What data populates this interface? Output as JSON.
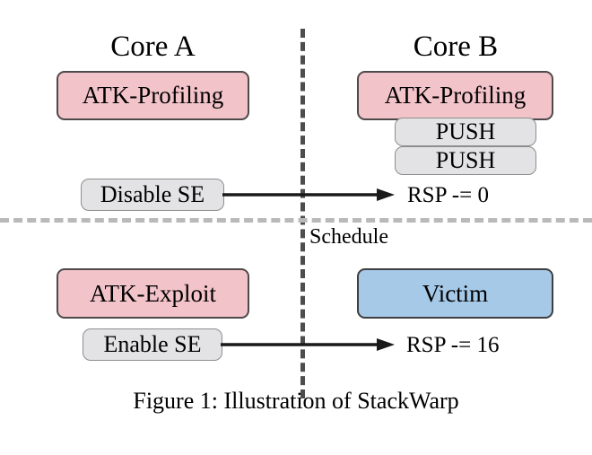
{
  "figure": {
    "caption": "Figure 1: Illustration of StackWarp",
    "schedule_label": "Schedule"
  },
  "columns": [
    {
      "id": "core-a",
      "title": "Core A"
    },
    {
      "id": "core-b",
      "title": "Core B"
    }
  ],
  "phases": {
    "profiling": {
      "core_a": {
        "process_box": "ATK-Profiling",
        "control_box": "Disable SE"
      },
      "core_b": {
        "process_box": "ATK-Profiling",
        "stack_ops": [
          "PUSH",
          "PUSH"
        ],
        "result_text": "RSP -= 0"
      }
    },
    "exploit": {
      "core_a": {
        "process_box": "ATK-Exploit",
        "control_box": "Enable SE"
      },
      "core_b": {
        "process_box": "Victim",
        "result_text": "RSP -= 16"
      }
    }
  },
  "colors": {
    "attacker_box": "#f3c3ca",
    "victim_box": "#a6c9e8",
    "control_box": "#e3e3e5",
    "box_border": "#4f4a4a",
    "core_divider": "#4d4d4d",
    "phase_divider": "#b9b9b9",
    "arrow": "#1a1a1a",
    "text": "#000000"
  }
}
